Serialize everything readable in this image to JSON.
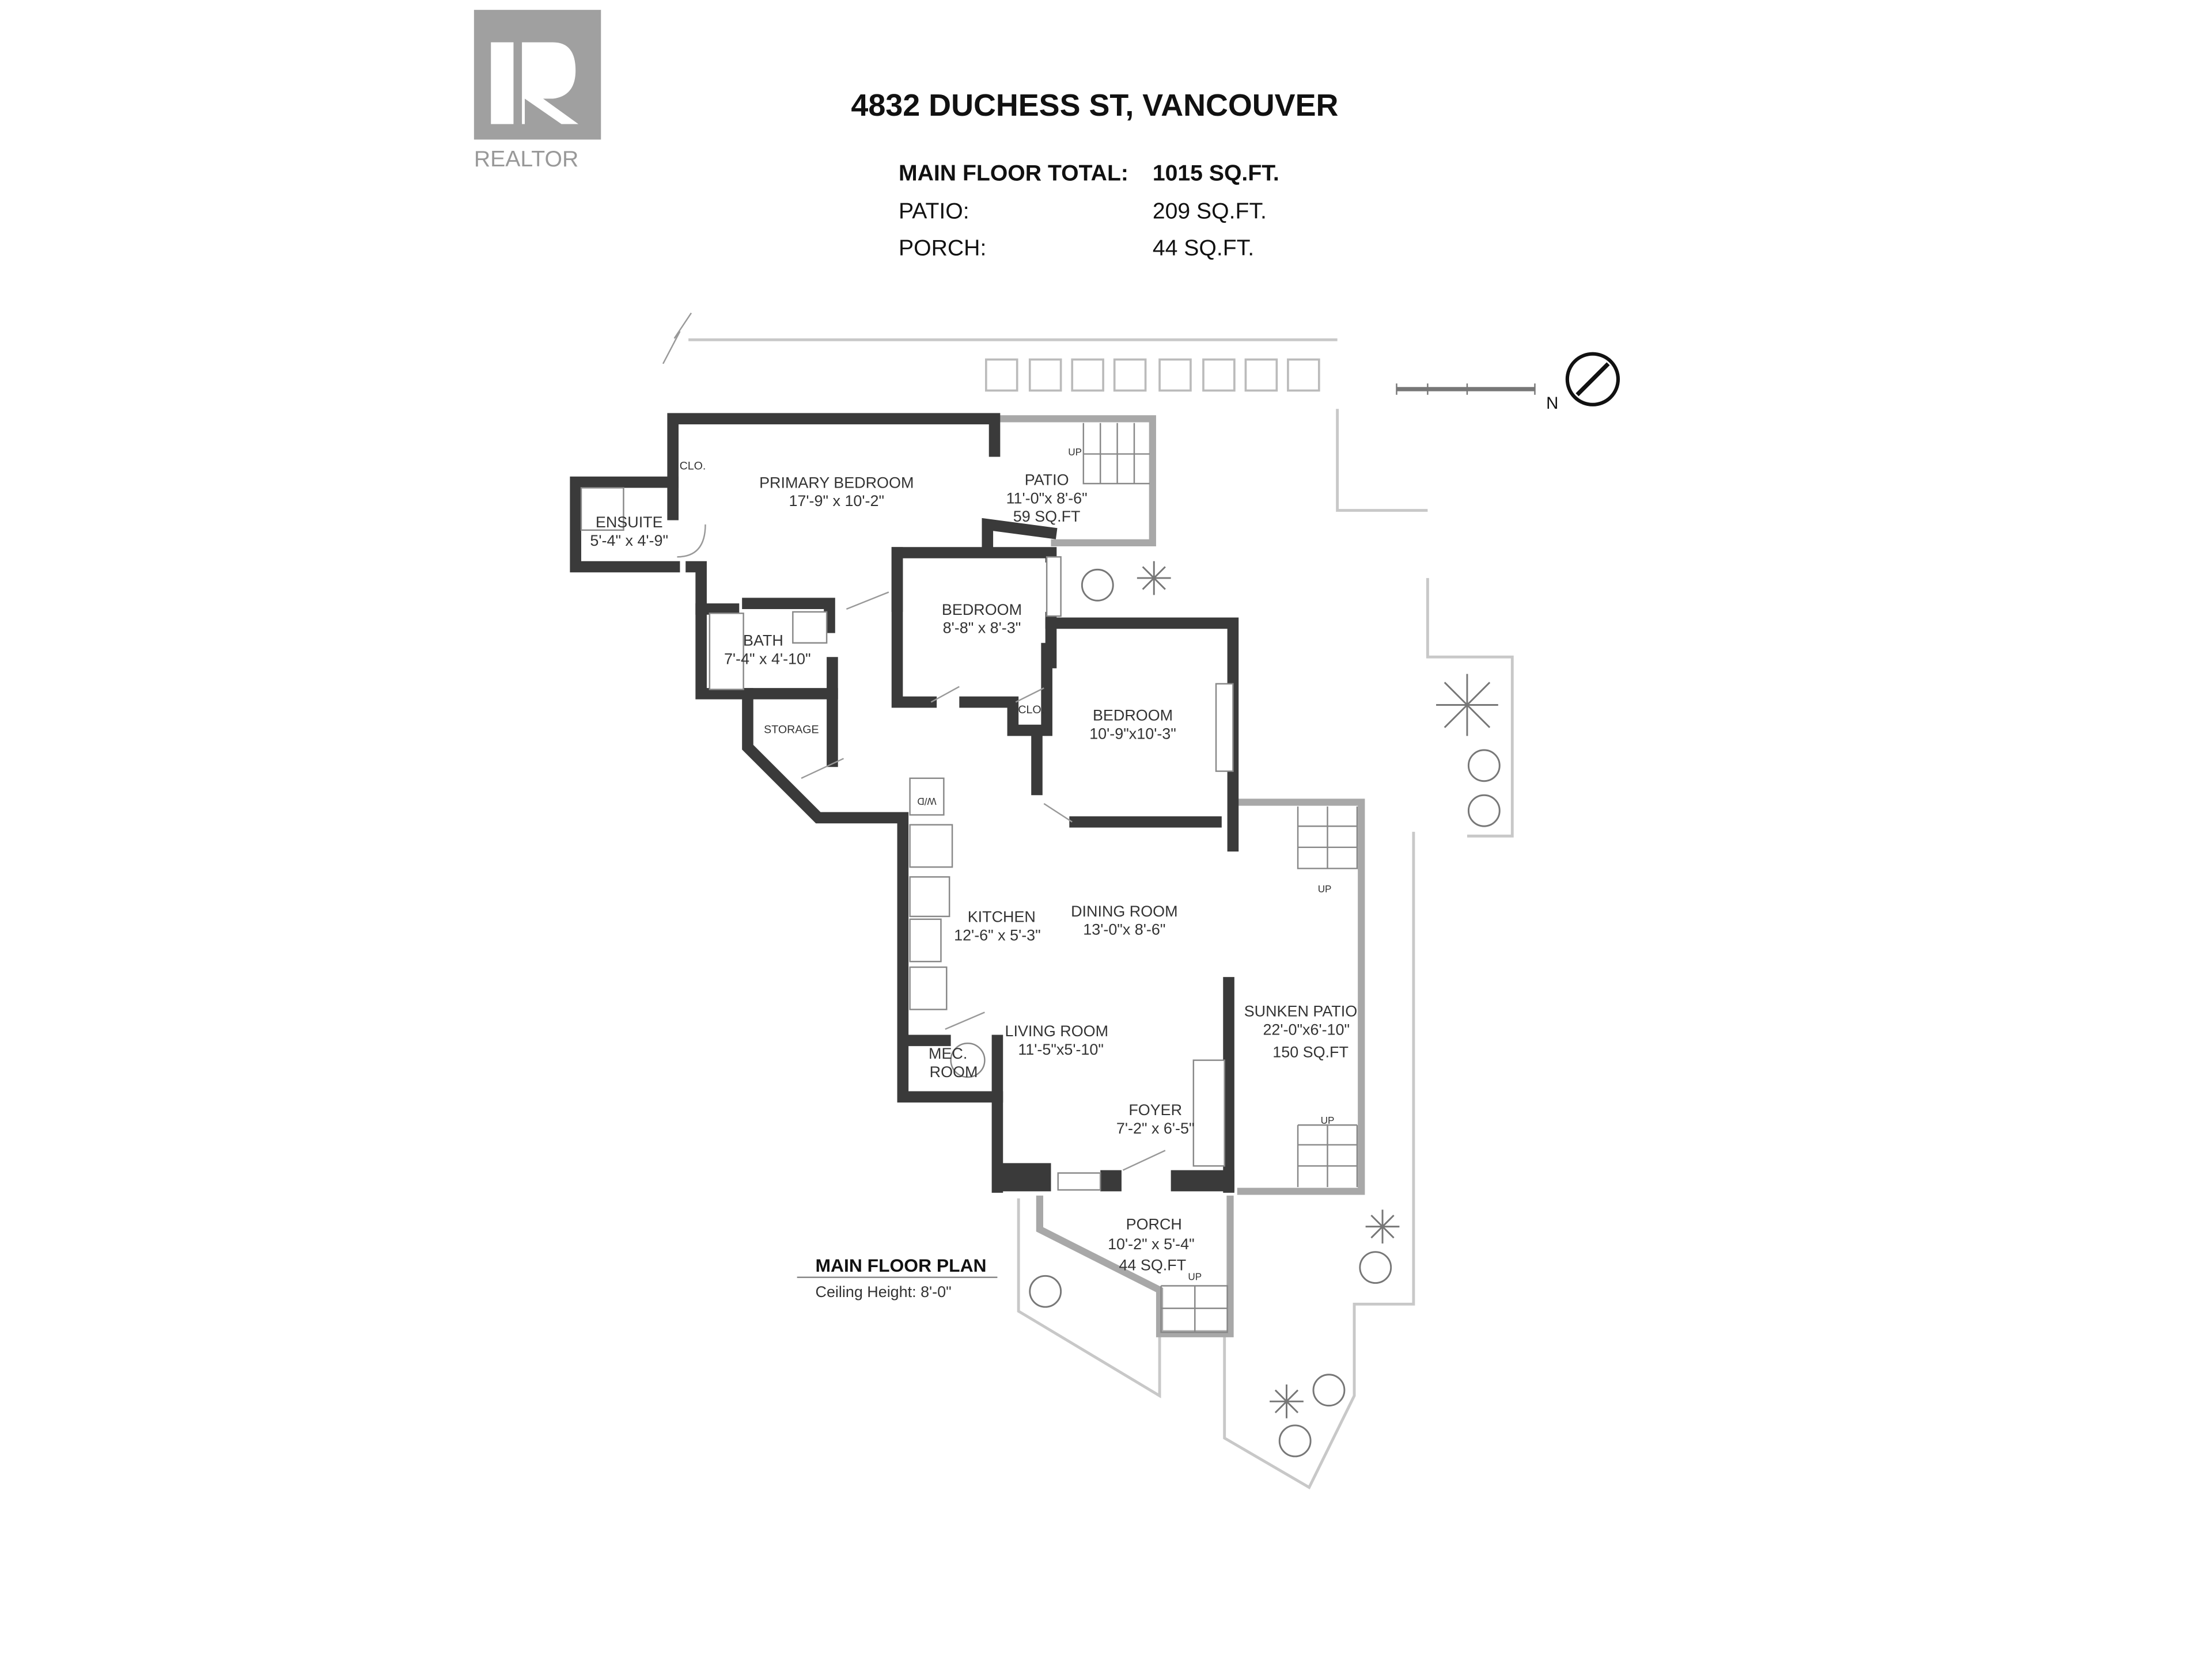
{
  "logo": {
    "text": "REALTOR",
    "color": "#a0a0a0"
  },
  "header": {
    "address": "4832 DUCHESS ST, VANCOUVER",
    "rows": [
      {
        "label": "MAIN FLOOR TOTAL:",
        "value": "1015 SQ.FT."
      },
      {
        "label": "PATIO:",
        "value": "209 SQ.FT."
      },
      {
        "label": "PORCH:",
        "value": "44 SQ.FT."
      }
    ]
  },
  "north_label": "N",
  "plan_title": "MAIN FLOOR PLAN",
  "ceiling_height": "Ceiling Height: 8'-0\"",
  "rooms": {
    "primary_bedroom": {
      "name": "PRIMARY BEDROOM",
      "dims": "17'-9\" x 10'-2\""
    },
    "patio": {
      "name": "PATIO",
      "dims": "11'-0\"x 8'-6\"",
      "area": "59 SQ.FT"
    },
    "ensuite": {
      "name": "ENSUITE",
      "dims": "5'-4\" x 4'-9\""
    },
    "bedroom2": {
      "name": "BEDROOM",
      "dims": "8'-8\" x 8'-3\""
    },
    "bath": {
      "name": "BATH",
      "dims": "7'-4\" x 4'-10\""
    },
    "bedroom3": {
      "name": "BEDROOM",
      "dims": "10'-9\"x10'-3\""
    },
    "storage": {
      "name": "STORAGE"
    },
    "kitchen": {
      "name": "KITCHEN",
      "dims": "12'-6\" x 5'-3\""
    },
    "dining": {
      "name": "DINING ROOM",
      "dims": "13'-0\"x 8'-6\""
    },
    "sunken_patio": {
      "name": "SUNKEN PATIO",
      "dims": "22'-0\"x6'-10\"",
      "area": "150 SQ.FT"
    },
    "living": {
      "name": "LIVING ROOM",
      "dims": "11'-5\"x5'-10\""
    },
    "mec": {
      "name1": "MEC.",
      "name2": "ROOM"
    },
    "foyer": {
      "name": "FOYER",
      "dims": "7'-2\" x 6'-5\""
    },
    "porch": {
      "name": "PORCH",
      "dims": "10'-2\" x 5'-4\"",
      "area": "44 SQ.FT"
    }
  },
  "labels": {
    "clo": "CLO.",
    "up": "UP",
    "wd": "W/D"
  },
  "colors": {
    "wall": "#3a3a3a",
    "exterior": "#a8a8a8"
  }
}
